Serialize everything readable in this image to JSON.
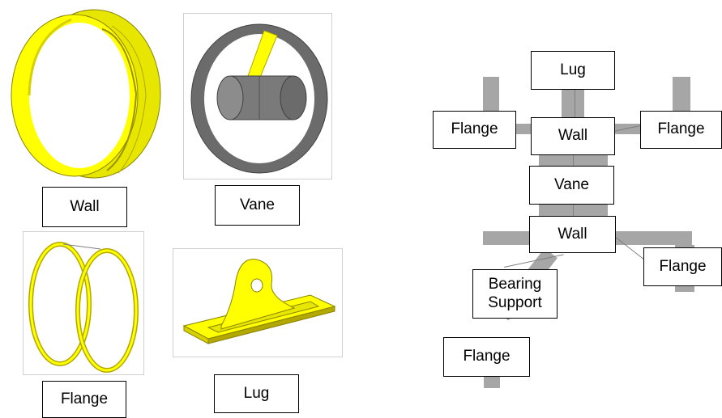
{
  "parts": {
    "wall_label": "Wall",
    "vane_label": "Vane",
    "flange_label": "Flange",
    "lug_label": "Lug"
  },
  "assembly": {
    "lug": "Lug",
    "flange_left": "Flange",
    "wall_top": "Wall",
    "flange_right": "Flange",
    "vane": "Vane",
    "wall_bottom": "Wall",
    "flange_lower_right": "Flange",
    "bearing_support": "Bearing\nSupport",
    "flange_lower_left": "Flange"
  },
  "colors": {
    "part_yellow": "#ffff00",
    "part_dark_yellow": "#b3a800",
    "vane_gray": "#6b6b6b",
    "connector_gray": "#a6a6a6"
  }
}
